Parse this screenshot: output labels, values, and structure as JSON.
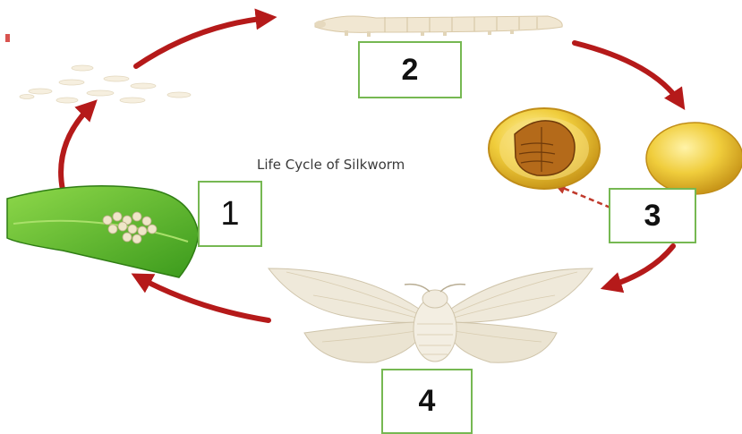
{
  "diagram": {
    "title": "Life Cycle of Silkworm",
    "stages": [
      {
        "label": "1",
        "depicts": "eggs-on-leaf"
      },
      {
        "label": "2",
        "depicts": "silkworm-larva"
      },
      {
        "label": "3",
        "depicts": "cocoon-and-pupa"
      },
      {
        "label": "4",
        "depicts": "silk-moth"
      }
    ]
  },
  "colors": {
    "arrow": "#b51a1a",
    "box_border": "#76b852",
    "leaf": "#5cbf2a",
    "cocoon": "#e9c53a",
    "moth": "#ece6d6"
  }
}
